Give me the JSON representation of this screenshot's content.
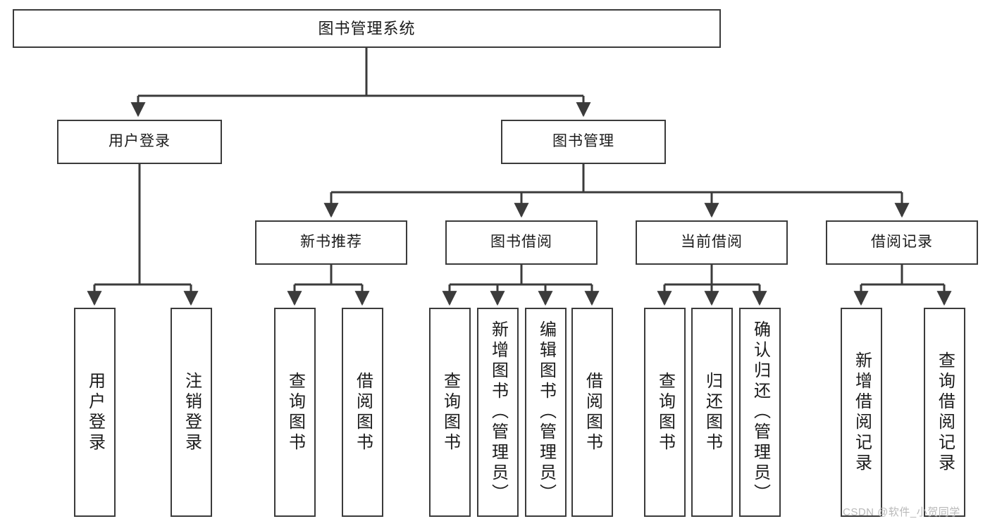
{
  "diagram": {
    "type": "tree",
    "title": "图书管理系统",
    "watermark": "CSDN @软件_小贺同学",
    "colors": {
      "box_border": "#3b3b3b",
      "box_fill": "#ffffff",
      "edge": "#3b3b3b",
      "text": "#1b1b1b",
      "watermark": "#b9b9b9"
    },
    "levels": {
      "root": [
        "图书管理系统"
      ],
      "level2": [
        "用户登录",
        "图书管理"
      ],
      "level3": [
        "新书推荐",
        "图书借阅",
        "当前借阅",
        "借阅记录"
      ],
      "leaves": [
        "用户登录",
        "注销登录",
        "查询图书",
        "借阅图书",
        "查询图书",
        "新增图书（管理员）",
        "编辑图书（管理员）",
        "借阅图书",
        "查询图书",
        "归还图书",
        "确认归还（管理员）",
        "新增借阅记录",
        "查询借阅记录"
      ]
    },
    "nodes": {
      "root": {
        "label": "图书管理系统"
      },
      "user_login": {
        "label": "用户登录"
      },
      "book_manage": {
        "label": "图书管理"
      },
      "new_book_rec": {
        "label": "新书推荐"
      },
      "book_borrow": {
        "label": "图书借阅"
      },
      "current_borrow": {
        "label": "当前借阅"
      },
      "borrow_record": {
        "label": "借阅记录"
      },
      "leaf_user_login": {
        "label": "用户登录"
      },
      "leaf_logout": {
        "label": "注销登录"
      },
      "leaf_query_book_1": {
        "label": "查询图书"
      },
      "leaf_borrow_book_1": {
        "label": "借阅图书"
      },
      "leaf_query_book_2": {
        "label": "查询图书"
      },
      "leaf_add_book": {
        "label": "新增图书（管理员）"
      },
      "leaf_edit_book": {
        "label": "编辑图书（管理员）"
      },
      "leaf_borrow_book_2": {
        "label": "借阅图书"
      },
      "leaf_query_book_3": {
        "label": "查询图书"
      },
      "leaf_return_book": {
        "label": "归还图书"
      },
      "leaf_confirm_return": {
        "label": "确认归还（管理员）"
      },
      "leaf_add_record": {
        "label": "新增借阅记录"
      },
      "leaf_query_record": {
        "label": "查询借阅记录"
      }
    },
    "edges": [
      [
        "root",
        "user_login"
      ],
      [
        "root",
        "book_manage"
      ],
      [
        "user_login",
        "leaf_user_login"
      ],
      [
        "user_login",
        "leaf_logout"
      ],
      [
        "book_manage",
        "new_book_rec"
      ],
      [
        "book_manage",
        "book_borrow"
      ],
      [
        "book_manage",
        "current_borrow"
      ],
      [
        "book_manage",
        "borrow_record"
      ],
      [
        "new_book_rec",
        "leaf_query_book_1"
      ],
      [
        "new_book_rec",
        "leaf_borrow_book_1"
      ],
      [
        "book_borrow",
        "leaf_query_book_2"
      ],
      [
        "book_borrow",
        "leaf_add_book"
      ],
      [
        "book_borrow",
        "leaf_edit_book"
      ],
      [
        "book_borrow",
        "leaf_borrow_book_2"
      ],
      [
        "current_borrow",
        "leaf_query_book_3"
      ],
      [
        "current_borrow",
        "leaf_return_book"
      ],
      [
        "current_borrow",
        "leaf_confirm_return"
      ],
      [
        "borrow_record",
        "leaf_add_record"
      ],
      [
        "borrow_record",
        "leaf_query_record"
      ]
    ]
  }
}
